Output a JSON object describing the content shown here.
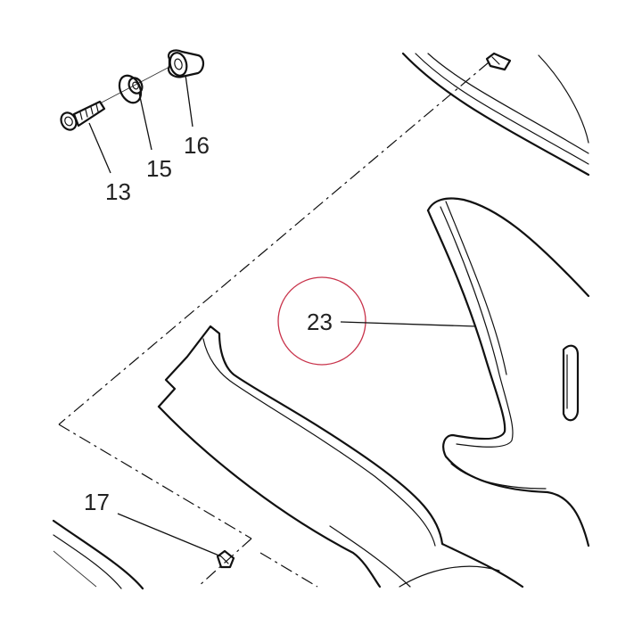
{
  "callouts": {
    "part_13": "13",
    "part_15": "15",
    "part_16": "16",
    "part_17": "17",
    "part_23": "23"
  },
  "highlight_color": "#c8324a",
  "line_color": "#111111"
}
